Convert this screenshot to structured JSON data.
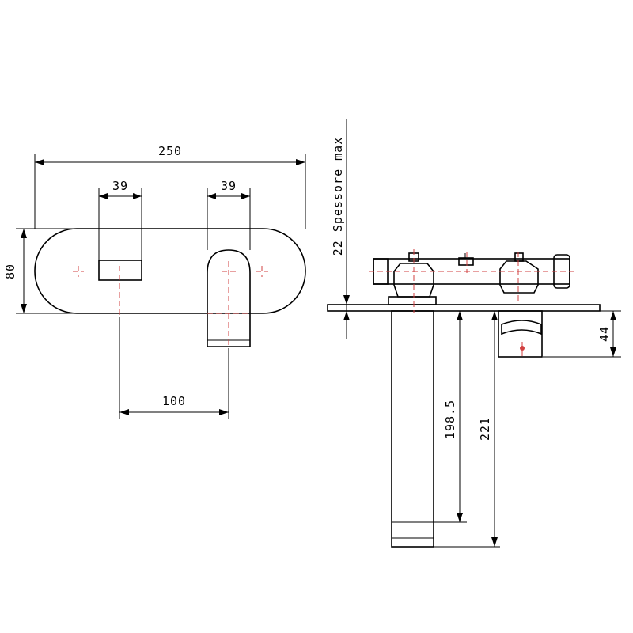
{
  "front_view": {
    "overall_width": "250",
    "left_handle_width": "39",
    "spout_width": "39",
    "plate_height": "80",
    "center_distance": "100"
  },
  "side_view": {
    "wall_thickness": "22 Spessore max",
    "spout_height": "44",
    "spout_drop_inner": "198.5",
    "spout_drop_total": "221"
  },
  "colors": {
    "lines": "#000000",
    "centerlines": "#d24040"
  }
}
